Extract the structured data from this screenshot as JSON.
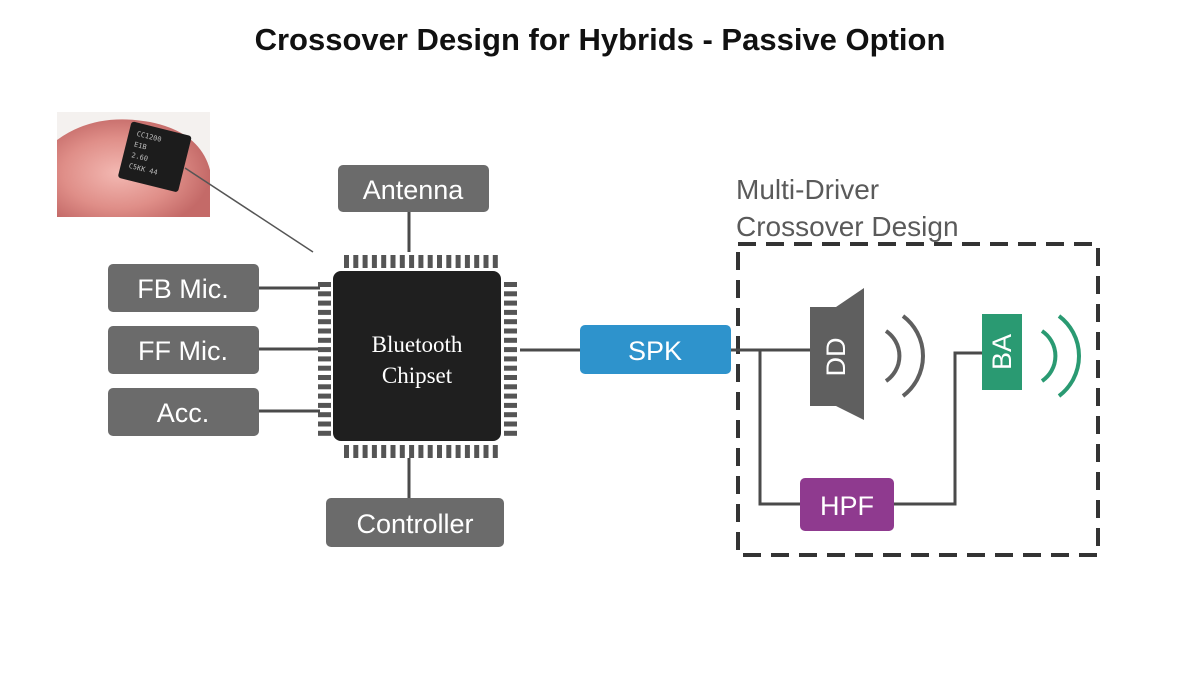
{
  "title": "Crossover Design for Hybrids - Passive Option",
  "photo": {
    "chip_marking": [
      "CC1200",
      "E1B",
      "2.60",
      "C5KK 44"
    ]
  },
  "chip": {
    "line1": "Bluetooth",
    "line2": "Chipset"
  },
  "inputs": {
    "fb_mic": "FB Mic.",
    "ff_mic": "FF Mic.",
    "acc": "Acc."
  },
  "antenna": "Antenna",
  "controller": "Controller",
  "spk": "SPK",
  "group": {
    "line1": "Multi-Driver",
    "line2": "Crossover Design"
  },
  "dd": "DD",
  "ba": "BA",
  "hpf": "HPF",
  "colors": {
    "gray_box": "#6b6b6b",
    "chip": "#1f1f1f",
    "spk": "#2e93cc",
    "ba": "#2a9a72",
    "hpf": "#8f3a8f",
    "wire": "#4a4a4a"
  }
}
